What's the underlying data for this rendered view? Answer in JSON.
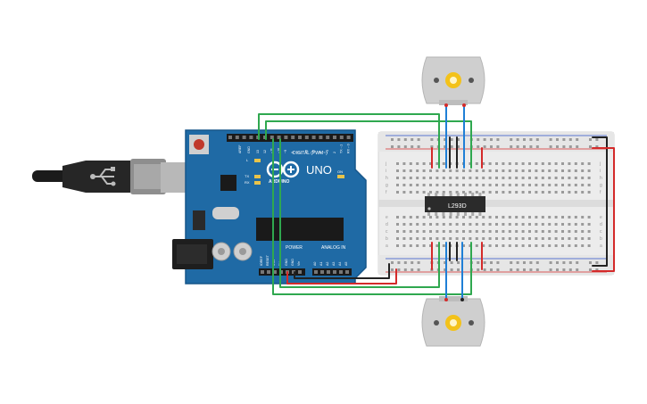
{
  "arduino": {
    "brand": "ARDUINO",
    "model": "UNO",
    "digital_header": "DIGITAL (PWM~)",
    "power_header": "POWER",
    "analog_header": "ANALOG IN",
    "tx_label": "TX",
    "rx_label": "RX",
    "l_label": "L",
    "on_label": "ON",
    "aref_label": "AREF",
    "gnd_label": "GND",
    "digital_pins": [
      "13",
      "12",
      "~11",
      "~10",
      "~9",
      "8",
      "7",
      "~6",
      "~5",
      "4",
      "~3",
      "2",
      "TX→1",
      "RX←0"
    ],
    "power_pins": [
      "IOREF",
      "RESET",
      "3.3V",
      "5V",
      "GND",
      "GND",
      "Vin"
    ],
    "analog_pins": [
      "A0",
      "A1",
      "A2",
      "A3",
      "A4",
      "A5"
    ]
  },
  "breadboard": {
    "row_letters_top": [
      "j",
      "i",
      "h",
      "g",
      "f"
    ],
    "row_letters_bottom": [
      "e",
      "d",
      "c",
      "b",
      "a"
    ],
    "column_count": 30
  },
  "chip": {
    "label": "L293D"
  },
  "colors": {
    "arduino_blue": "#1f6aa5",
    "green_wire": "#2fa84f",
    "red_wire": "#d42a2a",
    "black_wire": "#222222",
    "blue_wire": "#1f7fd6",
    "breadboard": "#ececec"
  }
}
